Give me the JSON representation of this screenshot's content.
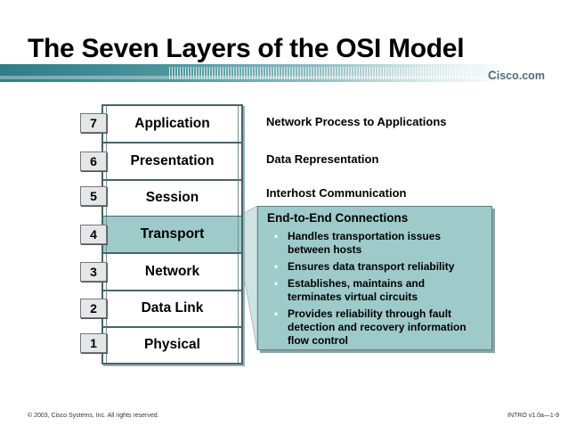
{
  "title": "The Seven Layers of the OSI Model",
  "brand": {
    "text_main": "C",
    "text_rest": "isco.com"
  },
  "layers": [
    {
      "num": "7",
      "name": "Application",
      "desc": "Network Process to Applications"
    },
    {
      "num": "6",
      "name": "Presentation",
      "desc": "Data Representation"
    },
    {
      "num": "5",
      "name": "Session",
      "desc": "Interhost Communication"
    },
    {
      "num": "4",
      "name": "Transport",
      "desc": ""
    },
    {
      "num": "3",
      "name": "Network",
      "desc": ""
    },
    {
      "num": "2",
      "name": "Data Link",
      "desc": ""
    },
    {
      "num": "1",
      "name": "Physical",
      "desc": ""
    }
  ],
  "callout": {
    "title": "End-to-End Connections",
    "bullets": [
      "Handles transportation issues between hosts",
      "Ensures data transport reliability",
      "Establishes, maintains and terminates virtual circuits",
      "Provides reliability through fault detection and recovery information flow control"
    ]
  },
  "footer": {
    "copyright": "© 2003, Cisco Systems, Inc. All rights reserved.",
    "code": "INTRO v1.0a—1-9"
  },
  "colors": {
    "highlight": "#9ecaca",
    "banner_dark": "#2f7d86",
    "frame": "#46646a"
  }
}
